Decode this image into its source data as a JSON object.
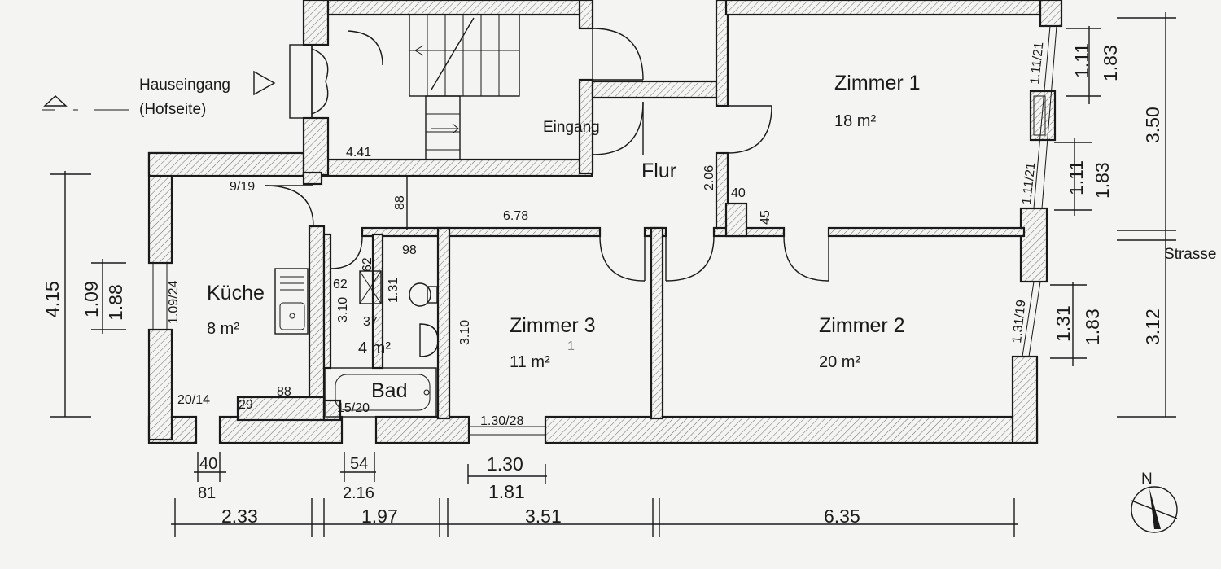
{
  "rooms": {
    "zimmer1": {
      "name": "Zimmer 1",
      "area": "18 m²"
    },
    "zimmer2": {
      "name": "Zimmer 2",
      "area": "20 m²"
    },
    "zimmer3": {
      "name": "Zimmer 3",
      "area": "11 m²"
    },
    "kueche": {
      "name": "Küche",
      "area": "8 m²"
    },
    "bad": {
      "name": "Bad",
      "area": "4 m²"
    },
    "flur": {
      "name": "Flur"
    },
    "eingang": {
      "name": "Eingang"
    }
  },
  "labels": {
    "hauseingang": "Hauseingang",
    "hofseite": "(Hofseite)",
    "strasse": "Strasse",
    "north": "N",
    "zimmer3_mark": "1"
  },
  "dims": {
    "d441": "4.41",
    "d678": "6.78",
    "d919": "9/19",
    "d88a": "88",
    "d98": "98",
    "d62a": "62",
    "d62b": "62",
    "d131a": "1.31",
    "d37": "37",
    "d310a": "3.10",
    "d310b": "3.10",
    "d206": "2.06",
    "d40a": "40",
    "d45": "45",
    "d109_24": "1.09/24",
    "d2014": "20/14",
    "d29": "29",
    "d88b": "88",
    "d1520": "15/20",
    "d130_28": "1.30/28",
    "d111_21a": "1.11/21",
    "d111_21b": "1.11/21",
    "d131_19": "1.31/19",
    "d111a": "1.11",
    "d183a": "1.83",
    "d111b": "1.11",
    "d183b": "1.83",
    "d131b": "1.31",
    "d183c": "1.83",
    "d350": "3.50",
    "d312": "3.12",
    "d415": "4.15",
    "d109": "1.09",
    "d188": "1.88",
    "d40b": "40",
    "d81": "81",
    "d54": "54",
    "d216": "2.16",
    "d130": "1.30",
    "d181": "1.81",
    "d233": "2.33",
    "d197": "1.97",
    "d351": "3.51",
    "d635": "6.35"
  }
}
